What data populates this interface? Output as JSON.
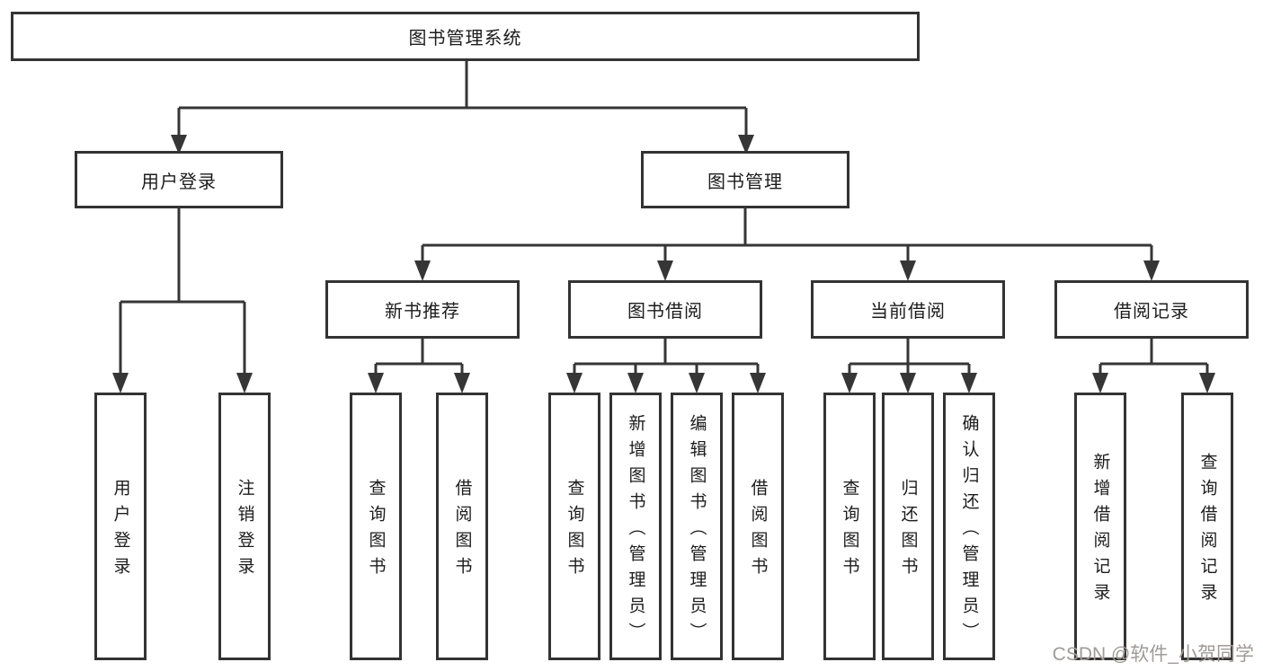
{
  "colors": {
    "background": "#ffffff",
    "line": "#363636",
    "box_border": "#333333",
    "text": "#1c1c1c",
    "watermark": "#a09a98"
  },
  "tree": {
    "root": {
      "label": "图书管理系统"
    },
    "branches": [
      {
        "label": "用户登录",
        "children": [
          {
            "label": "用户登录"
          },
          {
            "label": "注销登录"
          }
        ]
      },
      {
        "label": "图书管理",
        "children": [
          {
            "label": "新书推荐",
            "children": [
              {
                "label": "查询图书"
              },
              {
                "label": "借阅图书"
              }
            ]
          },
          {
            "label": "图书借阅",
            "children": [
              {
                "label": "查询图书"
              },
              {
                "label": "新增图书（管理员）"
              },
              {
                "label": "编辑图书（管理员）"
              },
              {
                "label": "借阅图书"
              }
            ]
          },
          {
            "label": "当前借阅",
            "children": [
              {
                "label": "查询图书"
              },
              {
                "label": "归还图书"
              },
              {
                "label": "确认归还（管理员）"
              }
            ]
          },
          {
            "label": "借阅记录",
            "children": [
              {
                "label": "新增借阅记录"
              },
              {
                "label": "查询借阅记录"
              }
            ]
          }
        ]
      }
    ]
  },
  "watermark": {
    "text": "CSDN @软件_小贺同学"
  }
}
